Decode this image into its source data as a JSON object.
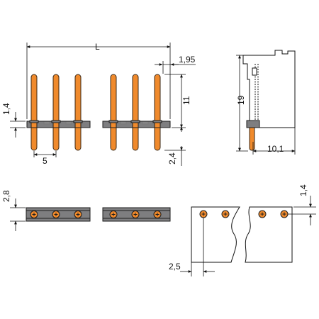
{
  "colors": {
    "pin": "#f08a2c",
    "pin_edge": "#3a2a1a",
    "housing": "#7e7e80",
    "housing_edge": "#1e1e1e",
    "line": "#111111",
    "hole_fill": "#f08a2c"
  },
  "labels": {
    "L": "L",
    "d_1_95": "1,95",
    "d_1_4_top": "1,4",
    "d_11": "11",
    "d_5": "5",
    "d_2_4": "2,4",
    "d_19": "19",
    "d_10_1": "10,1",
    "d_2_8": "2,8",
    "d_1_4_bottom": "1,4",
    "d_2_5": "2,5"
  }
}
